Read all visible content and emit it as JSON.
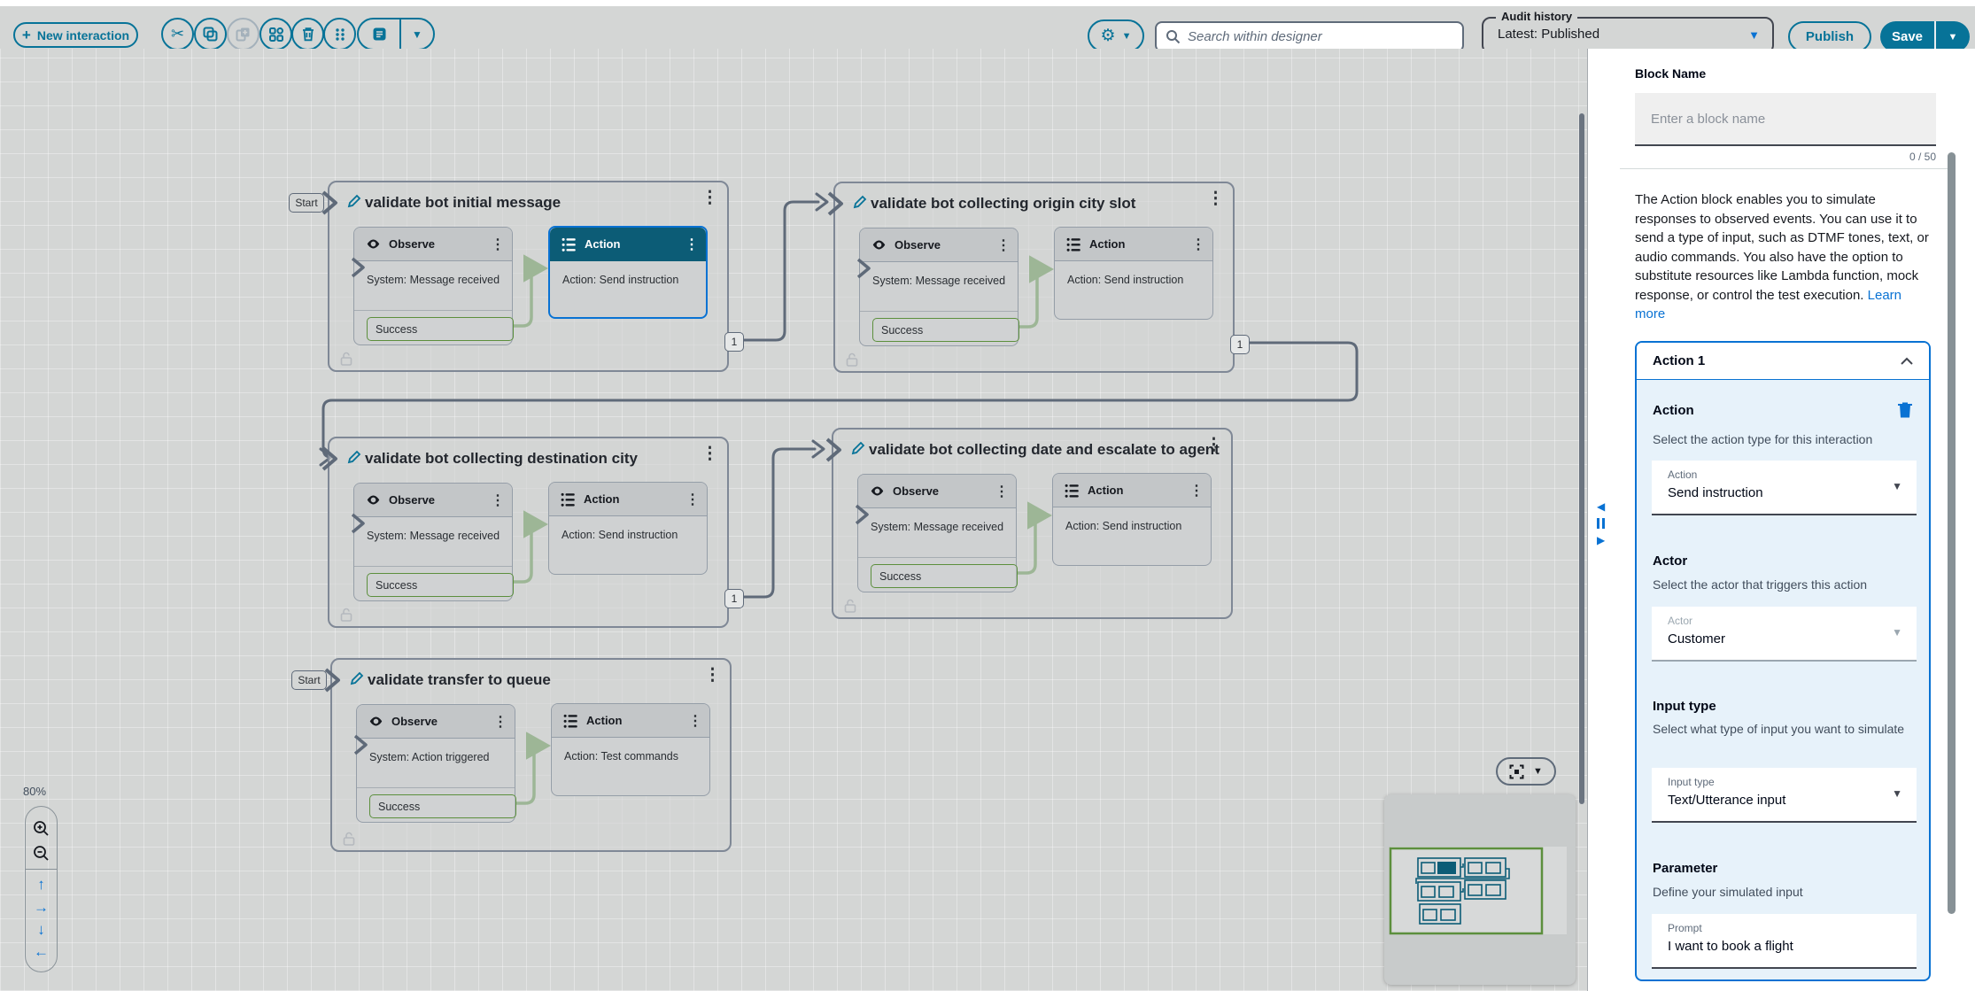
{
  "topbar": {
    "new_interaction_label": "New interaction",
    "search_placeholder": "Search within designer",
    "audit_history_label": "Audit history",
    "audit_history_value": "Latest: Published",
    "publish_label": "Publish",
    "save_label": "Save"
  },
  "canvas": {
    "zoom_level": "80%",
    "groups": [
      {
        "start_label": "Start",
        "title": "validate bot initial message",
        "observe_title": "Observe",
        "observe_event": "System: Message received",
        "port_label": "Success",
        "action_title": "Action",
        "action_detail": "Action: Send instruction",
        "badge": "1"
      },
      {
        "title": "validate bot collecting origin city slot",
        "observe_title": "Observe",
        "observe_event": "System: Message received",
        "port_label": "Success",
        "action_title": "Action",
        "action_detail": "Action: Send instruction",
        "badge": "1"
      },
      {
        "title": "validate bot collecting destination city",
        "observe_title": "Observe",
        "observe_event": "System: Message received",
        "port_label": "Success",
        "action_title": "Action",
        "action_detail": "Action: Send instruction",
        "badge": "1"
      },
      {
        "title": "validate bot collecting date and escalate to agent",
        "observe_title": "Observe",
        "observe_event": "System: Message received",
        "port_label": "Success",
        "action_title": "Action",
        "action_detail": "Action: Send instruction"
      },
      {
        "start_label": "Start",
        "title": "validate transfer to queue",
        "observe_title": "Observe",
        "observe_event": "System: Action triggered",
        "port_label": "Success",
        "action_title": "Action",
        "action_detail": "Action: Test commands"
      }
    ]
  },
  "panel": {
    "block_name_label": "Block Name",
    "block_name_placeholder": "Enter a block name",
    "char_counter": "0 / 50",
    "description": "The Action block enables you to simulate responses to observed events. You can use it to send a type of input, such as DTMF tones, text, or audio commands. You also have the option to substitute resources like Lambda function, mock response, or control the test execution.",
    "learn_more": "Learn more",
    "action_section": {
      "header": "Action 1",
      "action_heading": "Action",
      "action_help": "Select the action type for this interaction",
      "action_label": "Action",
      "action_value": "Send instruction",
      "actor_heading": "Actor",
      "actor_help": "Select the actor that triggers this action",
      "actor_label": "Actor",
      "actor_value": "Customer",
      "input_heading": "Input type",
      "input_help": "Select what type of input you want to simulate",
      "input_label": "Input type",
      "input_value": "Text/Utterance input",
      "param_heading": "Parameter",
      "param_help": "Define your simulated input",
      "param_label": "Prompt",
      "param_value": "I want to book a flight"
    }
  }
}
